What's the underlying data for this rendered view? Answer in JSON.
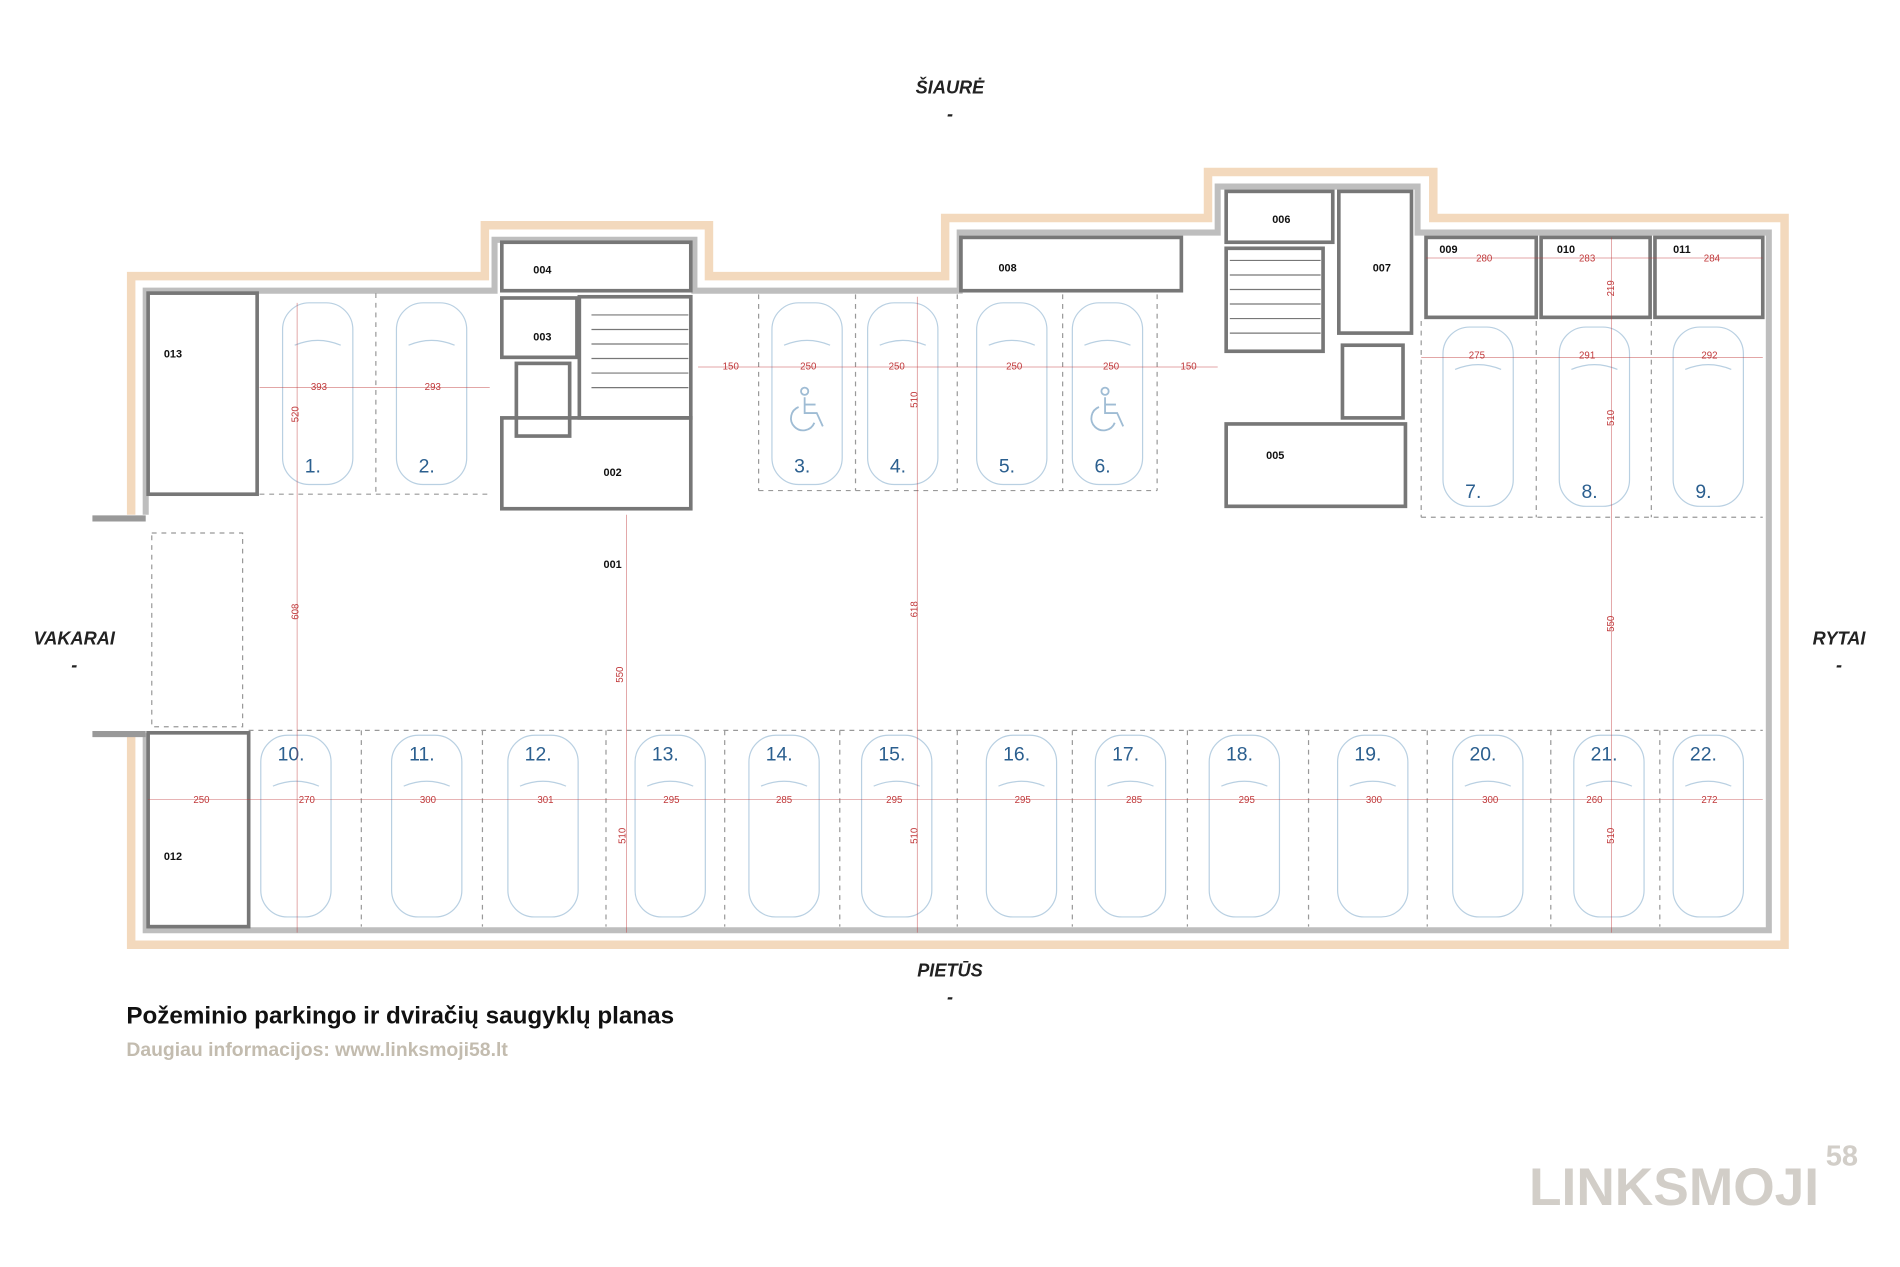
{
  "compass": {
    "north": "ŠIAURĖ",
    "south": "PIETŪS",
    "west": "VAKARAI",
    "east": "RYTAI",
    "marker": "-"
  },
  "title": "Požeminio parkingo ir dviračių saugyklų planas",
  "subtitle": "Daugiau informacijos: www.linksmoji58.lt",
  "logo": {
    "text": "LINKSMOJI",
    "sup": "58"
  },
  "rooms": [
    "001",
    "002",
    "003",
    "004",
    "005",
    "006",
    "007",
    "008",
    "009",
    "010",
    "011",
    "012",
    "013"
  ],
  "spots": [
    "1.",
    "2.",
    "3.",
    "4.",
    "5.",
    "6.",
    "7.",
    "8.",
    "9.",
    "10.",
    "11.",
    "12.",
    "13.",
    "14.",
    "15.",
    "16.",
    "17.",
    "18.",
    "19.",
    "20.",
    "21.",
    "22."
  ],
  "accessible_spots": [
    "3.",
    "6."
  ],
  "dimensions": {
    "top_left": [
      "393",
      "293"
    ],
    "top_middle": [
      "150",
      "250",
      "250",
      "250",
      "250",
      "150"
    ],
    "top_right_storage": [
      "280",
      "283",
      "284"
    ],
    "top_right_spots": [
      "275",
      "291",
      "292"
    ],
    "bottom": [
      "250",
      "270",
      "300",
      "301",
      "295",
      "285",
      "295",
      "295",
      "285",
      "295",
      "300",
      "300",
      "260",
      "272"
    ],
    "vertical": [
      "520",
      "608",
      "550",
      "510",
      "618",
      "510",
      "219",
      "510",
      "550",
      "510",
      "510"
    ]
  },
  "colors": {
    "wall_outline": "#f3d9bd",
    "spot_number": "#2b5f8f",
    "dimension": "#c0393b",
    "car_outline": "#b9d0e2"
  }
}
